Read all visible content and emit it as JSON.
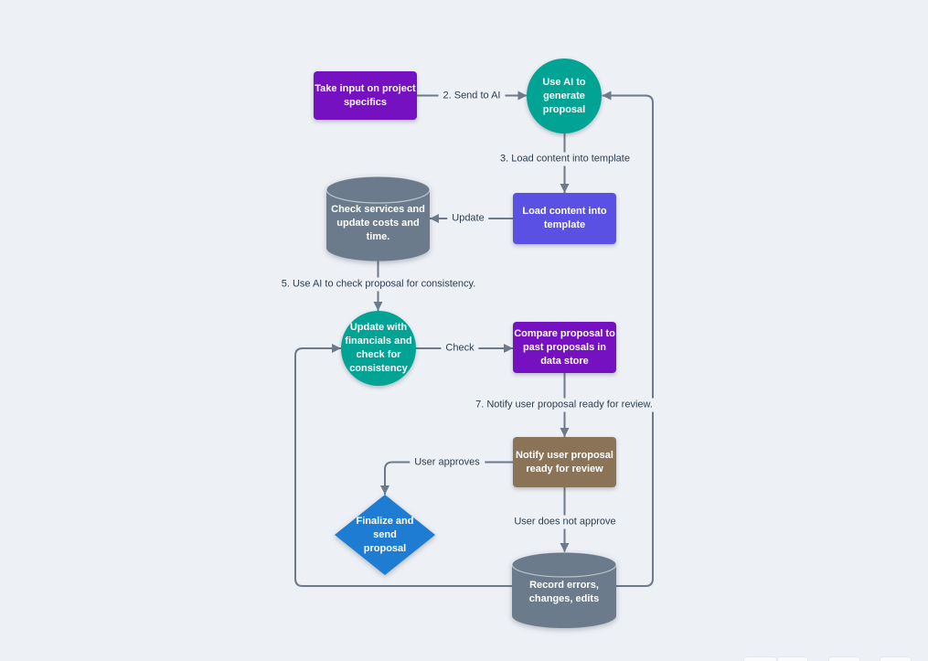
{
  "colors": {
    "background": "#edf0f5",
    "connector": "#6c7a89",
    "purple": "#7511c0",
    "indigo": "#5b50e4",
    "teal": "#01a394",
    "brown": "#8a7357",
    "gray": "#6b7b8b",
    "blue": "#1e7cd2",
    "label_text": "#2d3e4f"
  },
  "nodes": {
    "take_input": {
      "label": "Take input on project\nspecifics"
    },
    "use_ai": {
      "label": "Use AI to\ngenerate\nproposal"
    },
    "check_services": {
      "label": "Check services and\nupdate costs and\ntime."
    },
    "load_template": {
      "label": "Load content into\ntemplate"
    },
    "update_financials": {
      "label": "Update with\nfinancials and\ncheck for\nconsistency"
    },
    "compare_proposals": {
      "label": "Compare proposal to\npast proposals in\ndata store"
    },
    "notify_user": {
      "label": "Notify user proposal\nready for review"
    },
    "finalize": {
      "label": "Finalize and\nsend\nproposal"
    },
    "record_errors": {
      "label": "Record errors,\nchanges, edits"
    }
  },
  "edge_labels": {
    "send_to_ai": "2. Send to AI",
    "load_content": "3. Load content into template",
    "update": "Update",
    "check_consistency": "5. Use AI to check proposal for consistency.",
    "check": "Check",
    "notify_ready": "7. Notify user proposal ready for review.",
    "user_approves": "User approves",
    "user_does_not_approve": "User does not approve"
  }
}
